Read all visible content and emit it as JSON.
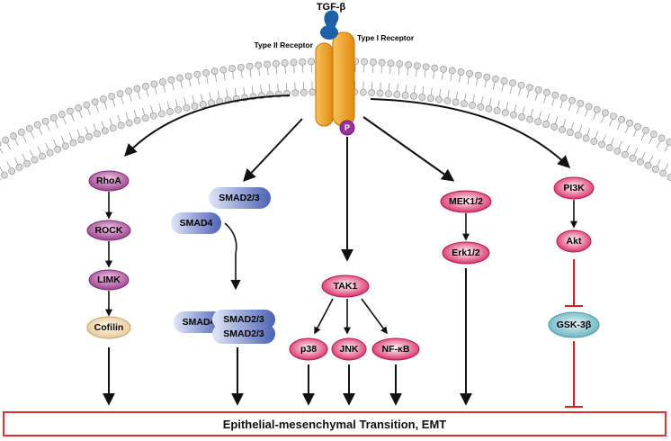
{
  "ligand": "TGF-β",
  "receptors": {
    "type2": "Type II Receptor",
    "type1": "Type I Receptor",
    "phospho": "P"
  },
  "pathways": {
    "rho": [
      "RhoA",
      "ROCK",
      "LIMK",
      "Cofilin"
    ],
    "smad": {
      "smad23": "SMAD2/3",
      "smad4": "SMAD4",
      "complex_smad4": "SMAD4",
      "complex_a": "SMAD2/3",
      "complex_b": "SMAD2/3"
    },
    "tak": {
      "tak1": "TAK1",
      "targets": [
        "p38",
        "JNK",
        "NF-κB"
      ]
    },
    "mek": [
      "MEK1/2",
      "Erk1/2"
    ],
    "pi3k": [
      "PI3K",
      "Akt",
      "GSK-3β"
    ]
  },
  "outcome": "Epithelial-mesenchymal Transition, EMT",
  "colors": {
    "purple": "#9b3f8c",
    "blue": "#4c63b5",
    "magenta": "#d8205f",
    "cofilin": "#f2ddb7",
    "gsk": "#88c6cf",
    "inhibit": "#d32020",
    "receptor": "#f0a020"
  }
}
